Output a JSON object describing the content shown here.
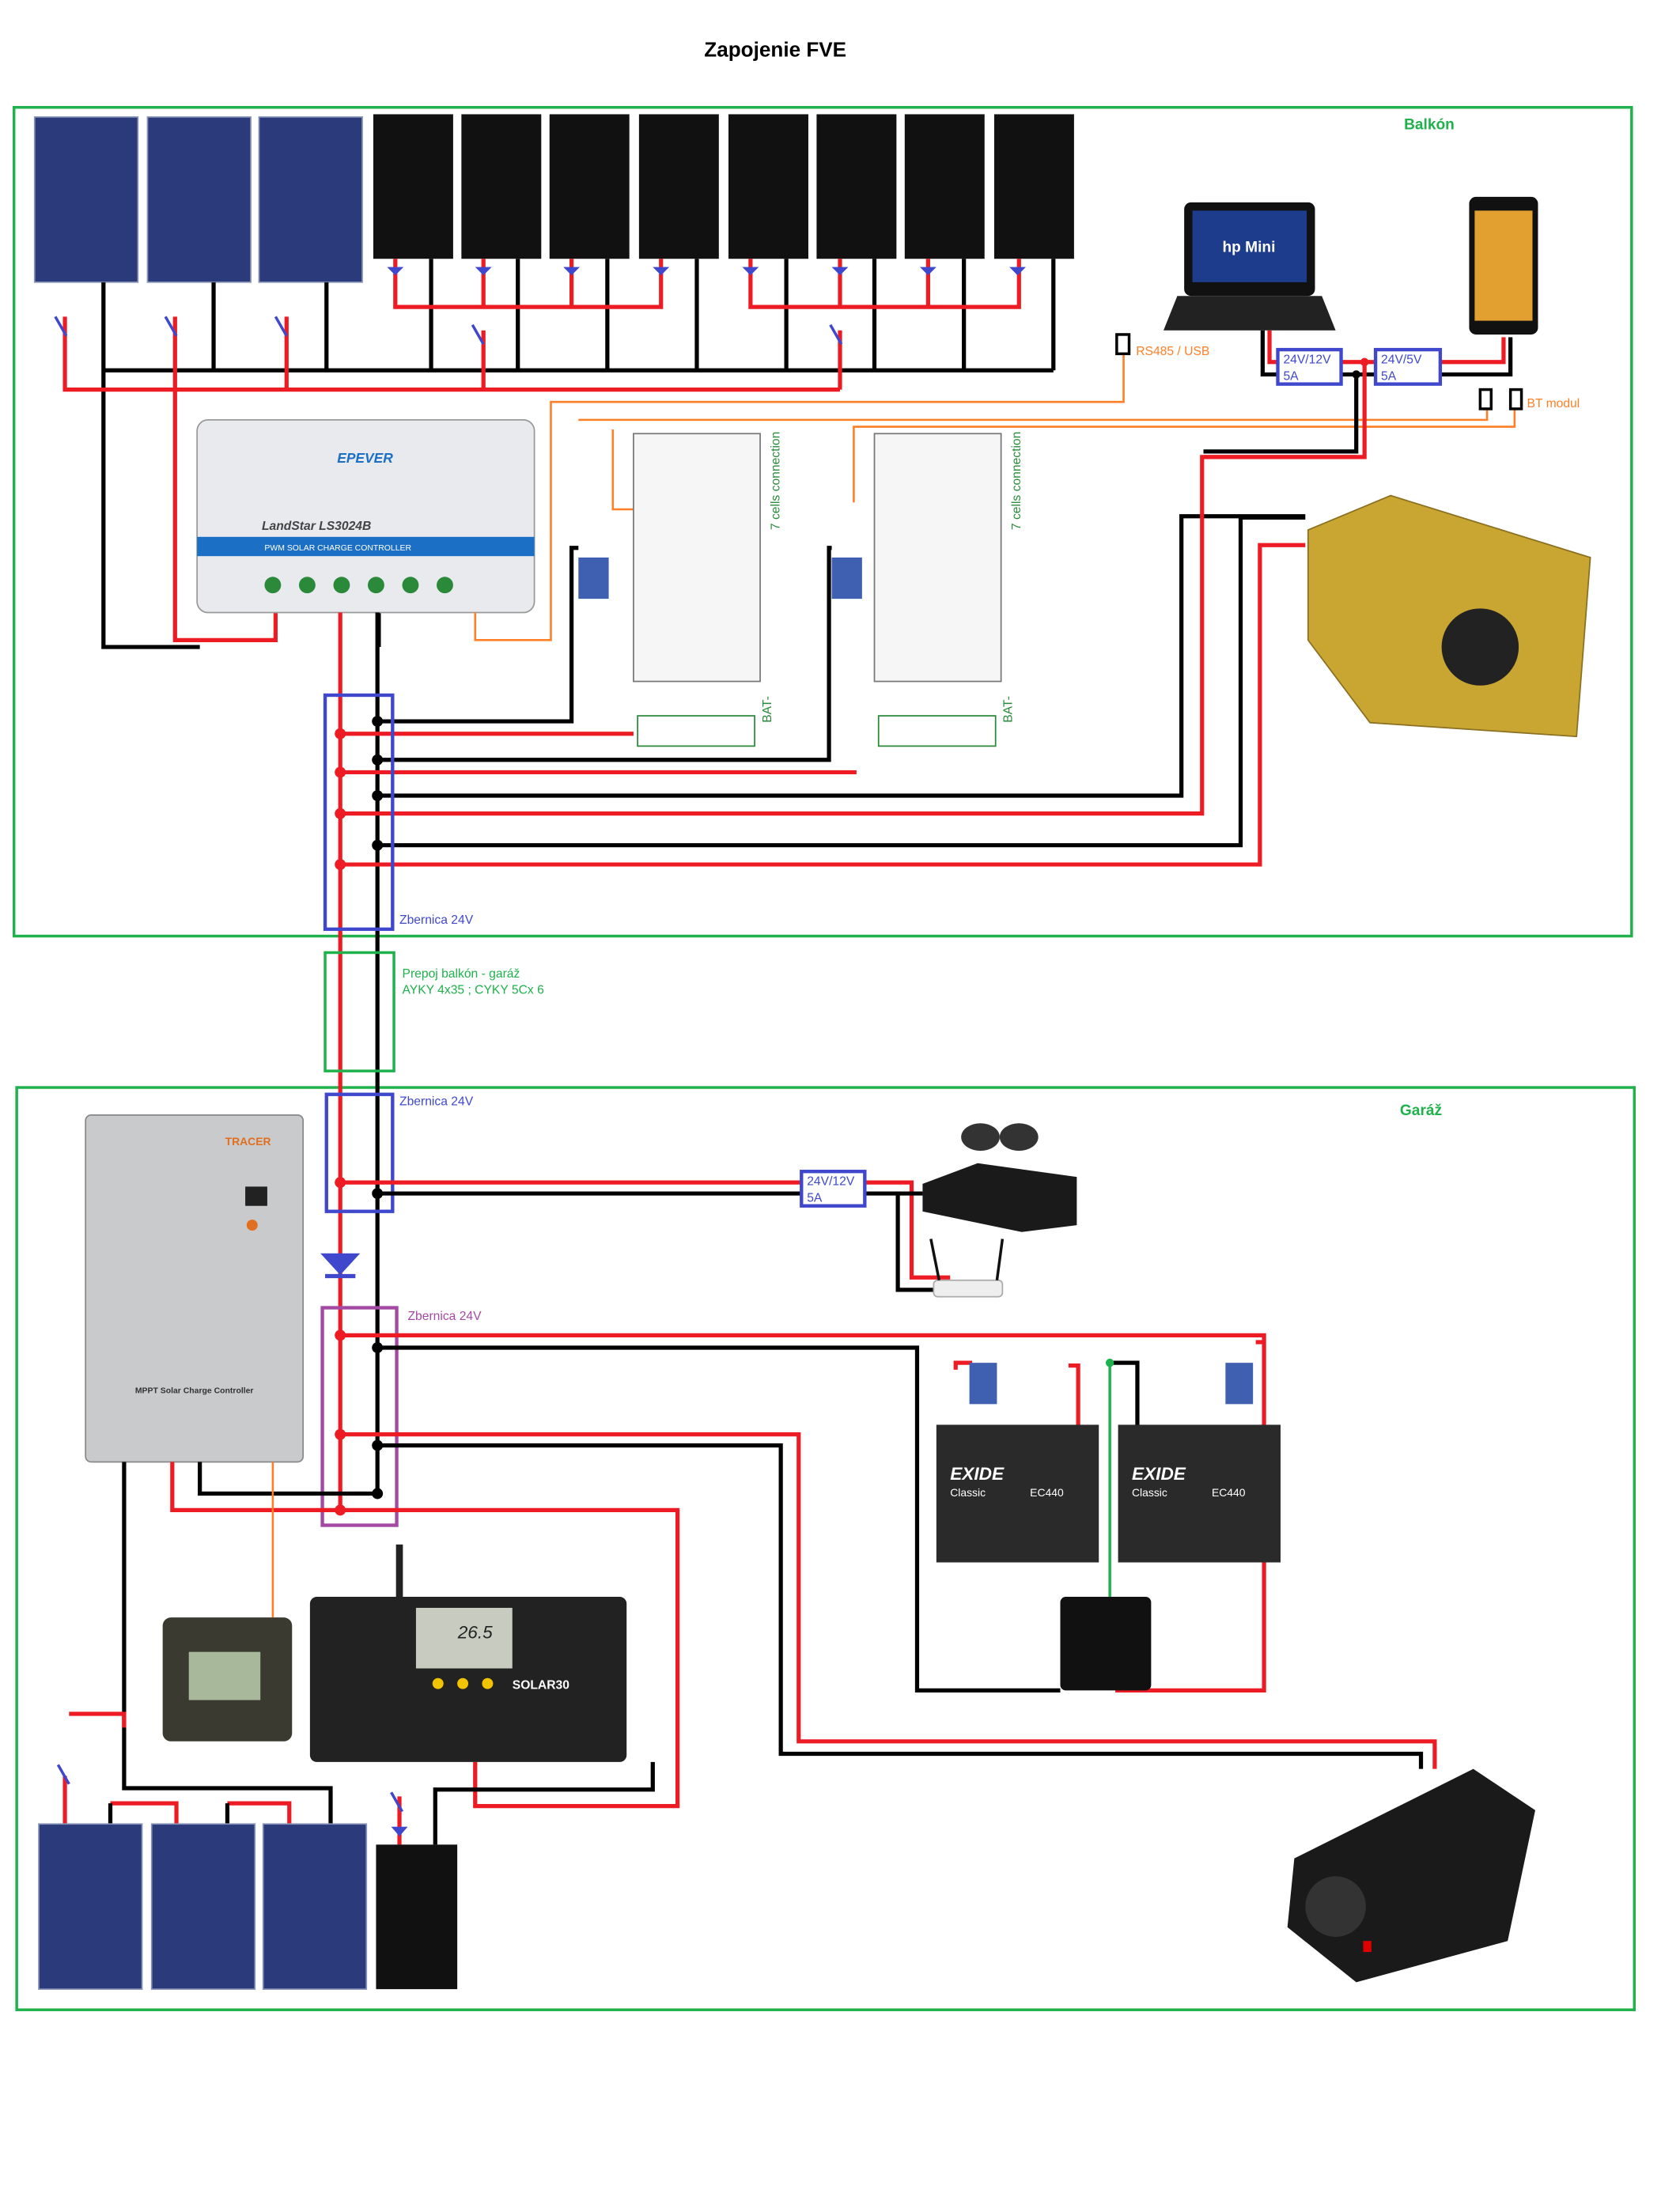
{
  "title": "Zapojenie FVE",
  "zones": {
    "balkon": "Balkón",
    "garaz": "Garáž"
  },
  "bus": {
    "upper": "Zbernica 24V",
    "lower_blue": "Zbernica 24V",
    "lower_purple": "Zbernica 24V"
  },
  "link": {
    "line1": "Prepoj balkón - garáž",
    "line2": "AYKY 4x35 ; CYKY 5Cx 6"
  },
  "converters": [
    {
      "line1": "24V/12V",
      "line2": "5A"
    },
    {
      "line1": "24V/5V",
      "line2": "5A"
    },
    {
      "line1": "24V/12V",
      "line2": "5A"
    }
  ],
  "signals": {
    "rs485": "RS485 / USB",
    "bt": "BT modul"
  },
  "devices": {
    "laptop": "hp Mini",
    "epever_brand": "EPEVER",
    "epever_model": "LandStar LS3024B",
    "epever_sub": "PWM SOLAR CHARGE CONTROLLER",
    "bms_label": "7 cells connection",
    "bms_bat": "BAT-",
    "tracer_brand": "TRACER",
    "tracer_sub": "MPPT Solar Charge Controller",
    "solar30": "SOLAR30",
    "solar30_display": "26.5",
    "battery_brand": "EXIDE",
    "battery_line": "Classic",
    "battery_model": "EC440"
  },
  "colors": {
    "positive": "#ed1c24",
    "negative": "#000000",
    "data": "#ff7f27",
    "zone": "#1fb14c",
    "bus": "#3f48cc",
    "bus2": "#a349a4"
  }
}
